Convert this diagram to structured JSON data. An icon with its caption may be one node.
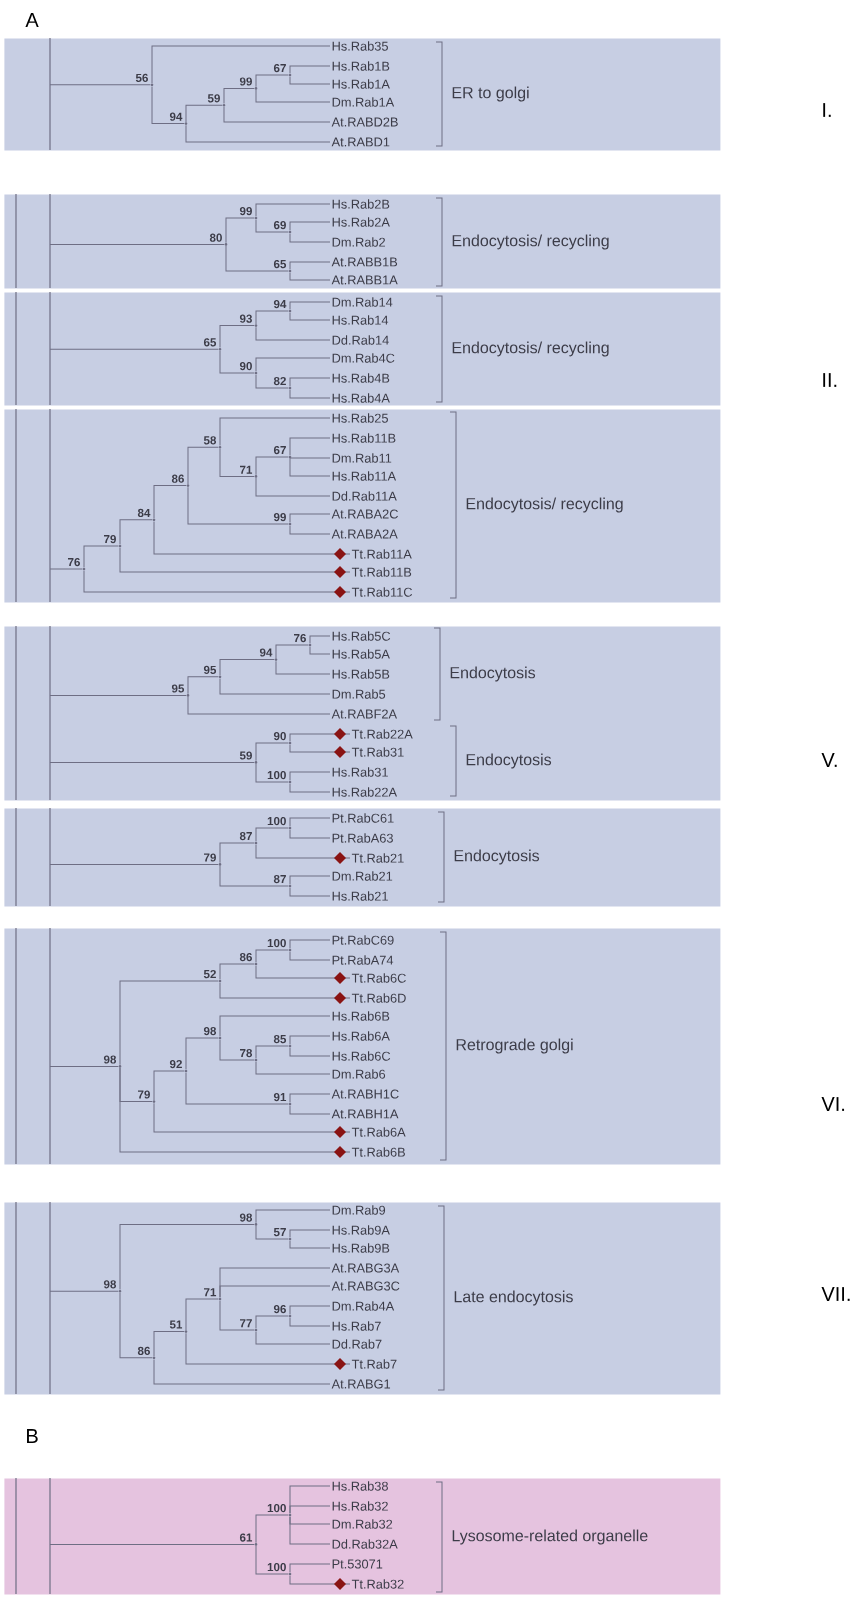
{
  "diagram": {
    "nodes": [
      {
        "text": [
          "ER to golgi"
        ]
      },
      {
        "text": [
          "Hs.Rab35"
        ],
        "in": 0
      },
      {
        "text": [
          "Hs.Rab1B"
        ],
        "in": 0
      },
      {
        "text": [
          "Hs.Rab1A"
        ],
        "in": 0
      },
      {
        "text": [
          "Dm.Rab1A"
        ],
        "in": 0
      },
      {
        "text": [
          "At.RABD2B"
        ],
        "in": 0
      },
      {
        "text": [
          "At.RABD1"
        ],
        "in": 0
      },
      {
        "text": [],
        "shape": "point",
        "beside": [
          "56"
        ],
        "in": 0
      },
      {
        "text": [],
        "shape": "point",
        "beside": [
          "94"
        ],
        "in": 0
      },
      {
        "text": [],
        "shape": "point",
        "beside": [
          "59"
        ],
        "in": 0
      },
      {
        "text": [],
        "shape": "point",
        "beside": [
          "99"
        ],
        "in": 0
      },
      {
        "text": [],
        "shape": "point",
        "beside": [
          "67"
        ],
        "in": 0
      },
      {
        "text": [
          "Endocytosis/ recycling"
        ]
      },
      {
        "text": [
          "Hs.Rab2B"
        ],
        "in": 12
      },
      {
        "text": [
          "Hs.Rab2A"
        ],
        "in": 12
      },
      {
        "text": [
          "Dm.Rab2"
        ],
        "in": 12
      },
      {
        "text": [
          "At.RABB1B"
        ],
        "in": 12
      },
      {
        "text": [
          "At.RABB1A"
        ],
        "in": 12
      },
      {
        "text": [],
        "shape": "point",
        "beside": [
          "80"
        ],
        "in": 12
      },
      {
        "text": [],
        "shape": "point",
        "beside": [
          "99"
        ],
        "in": 12
      },
      {
        "text": [],
        "shape": "point",
        "beside": [
          "69"
        ],
        "in": 12
      },
      {
        "text": [],
        "shape": "point",
        "beside": [
          "65"
        ],
        "in": 12
      },
      {
        "text": [
          "Endocytosis/ recycling"
        ]
      },
      {
        "text": [
          "Dm.Rab14"
        ],
        "in": 22
      },
      {
        "text": [
          "Hs.Rab14"
        ],
        "in": 22
      },
      {
        "text": [
          "Dd.Rab14"
        ],
        "in": 22
      },
      {
        "text": [
          "Dm.Rab4C"
        ],
        "in": 22
      },
      {
        "text": [
          "Hs.Rab4B"
        ],
        "in": 22
      },
      {
        "text": [
          "Hs.Rab4A"
        ],
        "in": 22
      },
      {
        "text": [],
        "shape": "point",
        "beside": [
          "65"
        ],
        "in": 22
      },
      {
        "text": [],
        "shape": "point",
        "beside": [
          "93"
        ],
        "in": 22
      },
      {
        "text": [],
        "shape": "point",
        "beside": [
          "94"
        ],
        "in": 22
      },
      {
        "text": [],
        "shape": "point",
        "beside": [
          "90"
        ],
        "in": 22
      },
      {
        "text": [],
        "shape": "point",
        "beside": [
          "82"
        ],
        "in": 22
      },
      {
        "text": [
          "Endocytosis/ recycling"
        ]
      },
      {
        "text": [
          "Hs.Rab25"
        ],
        "in": 34
      },
      {
        "text": [
          "Hs.Rab11B"
        ],
        "in": 34
      },
      {
        "text": [
          "Dm.Rab11"
        ],
        "in": 34
      },
      {
        "text": [
          "Hs.Rab11A"
        ],
        "in": 34
      },
      {
        "text": [
          "Dd.Rab11A"
        ],
        "in": 34
      },
      {
        "text": [
          "At.RABA2C"
        ],
        "in": 34
      },
      {
        "text": [
          "At.RABA2A"
        ],
        "in": 34
      },
      {
        "text": [
          "Tt.Rab11A"
        ],
        "in": 34
      },
      {
        "text": [
          "Tt.Rab11B"
        ],
        "in": 34
      },
      {
        "text": [
          "Tt.Rab11C"
        ],
        "in": 34
      },
      {
        "text": [],
        "shape": "point",
        "beside": [
          "76"
        ],
        "in": 34
      },
      {
        "text": [],
        "shape": "point",
        "beside": [
          "79"
        ],
        "in": 34
      },
      {
        "text": [],
        "shape": "point",
        "beside": [
          "84"
        ],
        "in": 34
      },
      {
        "text": [],
        "shape": "point",
        "beside": [
          "86"
        ],
        "in": 34
      },
      {
        "text": [],
        "shape": "point",
        "beside": [
          "58"
        ],
        "in": 34
      },
      {
        "text": [],
        "shape": "point",
        "beside": [
          "71"
        ],
        "in": 34
      },
      {
        "text": [],
        "shape": "point",
        "beside": [
          "67"
        ],
        "in": 34
      },
      {
        "text": [],
        "shape": "point",
        "beside": [
          "99"
        ],
        "in": 34
      },
      {
        "text": [
          "Endocytosis",
          "Endocytosis"
        ]
      },
      {
        "text": [
          "Hs.Rab5C"
        ],
        "in": 53
      },
      {
        "text": [
          "Hs.Rab5A"
        ],
        "in": 53
      },
      {
        "text": [
          "Hs.Rab5B"
        ],
        "in": 53
      },
      {
        "text": [
          "Dm.Rab5"
        ],
        "in": 53
      },
      {
        "text": [
          "At.RABF2A"
        ],
        "in": 53
      },
      {
        "text": [
          "Tt.Rab22A"
        ],
        "in": 53
      },
      {
        "text": [
          "Tt.Rab31"
        ],
        "in": 53
      },
      {
        "text": [
          "Hs.Rab31"
        ],
        "in": 53
      },
      {
        "text": [
          "Hs.Rab22A"
        ],
        "in": 53
      },
      {
        "text": [],
        "shape": "point",
        "beside": [
          "95"
        ],
        "in": 53
      },
      {
        "text": [],
        "shape": "point",
        "beside": [
          "95"
        ],
        "in": 53
      },
      {
        "text": [],
        "shape": "point",
        "beside": [
          "94"
        ],
        "in": 53
      },
      {
        "text": [],
        "shape": "point",
        "beside": [
          "76"
        ],
        "in": 53
      },
      {
        "text": [],
        "shape": "point",
        "beside": [
          "59"
        ],
        "in": 53
      },
      {
        "text": [],
        "shape": "point",
        "beside": [
          "90"
        ],
        "in": 53
      },
      {
        "text": [],
        "shape": "point",
        "beside": [
          "100"
        ],
        "in": 53
      },
      {
        "text": [
          "Endocytosis"
        ]
      },
      {
        "text": [
          "Pt.RabC61"
        ],
        "in": 70
      },
      {
        "text": [
          "Pt.RabA63"
        ],
        "in": 70
      },
      {
        "text": [
          "Tt.Rab21"
        ],
        "in": 70
      },
      {
        "text": [
          "Dm.Rab21"
        ],
        "in": 70
      },
      {
        "text": [
          "Hs.Rab21"
        ],
        "in": 70
      },
      {
        "text": [],
        "shape": "point",
        "beside": [
          "79"
        ],
        "in": 70
      },
      {
        "text": [],
        "shape": "point",
        "beside": [
          "87"
        ],
        "in": 70
      },
      {
        "text": [],
        "shape": "point",
        "beside": [
          "100"
        ],
        "in": 70
      },
      {
        "text": [],
        "shape": "point",
        "beside": [
          "87"
        ],
        "in": 70
      },
      {
        "text": [
          "Retrograde golgi"
        ]
      },
      {
        "text": [
          "Pt.RabC69"
        ],
        "in": 80
      },
      {
        "text": [
          "Pt.RabA74"
        ],
        "in": 80
      },
      {
        "text": [
          "Tt.Rab6C"
        ],
        "in": 80
      },
      {
        "text": [
          "Tt.Rab6D"
        ],
        "in": 80
      },
      {
        "text": [
          "Hs.Rab6B"
        ],
        "in": 80
      },
      {
        "text": [
          "Hs.Rab6A"
        ],
        "in": 80
      },
      {
        "text": [
          "Hs.Rab6C"
        ],
        "in": 80
      },
      {
        "text": [
          "Dm.Rab6"
        ],
        "in": 80
      },
      {
        "text": [
          "At.RABH1C"
        ],
        "in": 80
      },
      {
        "text": [
          "At.RABH1A"
        ],
        "in": 80
      },
      {
        "text": [
          "Tt.Rab6A"
        ],
        "in": 80
      },
      {
        "text": [
          "Tt.Rab6B"
        ],
        "in": 80
      },
      {
        "text": [],
        "shape": "point",
        "beside": [
          "98"
        ],
        "in": 80
      },
      {
        "text": [],
        "shape": "point",
        "beside": [
          "52"
        ],
        "in": 80
      },
      {
        "text": [],
        "shape": "point",
        "beside": [
          "86"
        ],
        "in": 80
      },
      {
        "text": [],
        "shape": "point",
        "beside": [
          "100"
        ],
        "in": 80
      },
      {
        "text": [],
        "shape": "point",
        "beside": [
          "79"
        ],
        "in": 80
      },
      {
        "text": [],
        "shape": "point",
        "beside": [
          "92"
        ],
        "in": 80
      },
      {
        "text": [],
        "shape": "point",
        "beside": [
          "98"
        ],
        "in": 80
      },
      {
        "text": [],
        "shape": "point",
        "beside": [
          "78"
        ],
        "in": 80
      },
      {
        "text": [],
        "shape": "point",
        "beside": [
          "85"
        ],
        "in": 80
      },
      {
        "text": [],
        "shape": "point",
        "beside": [
          "91"
        ],
        "in": 80
      },
      {
        "text": [
          "Late endocytosis"
        ]
      },
      {
        "text": [
          "Dm.Rab9"
        ],
        "in": 103
      },
      {
        "text": [
          "Hs.Rab9A"
        ],
        "in": 103
      },
      {
        "text": [
          "Hs.Rab9B"
        ],
        "in": 103
      },
      {
        "text": [
          "At.RABG3A"
        ],
        "in": 103
      },
      {
        "text": [
          "At.RABG3C"
        ],
        "in": 103
      },
      {
        "text": [
          "Dm.Rab4A"
        ],
        "in": 103
      },
      {
        "text": [
          "Hs.Rab7"
        ],
        "in": 103
      },
      {
        "text": [
          "Dd.Rab7"
        ],
        "in": 103
      },
      {
        "text": [
          "Tt.Rab7"
        ],
        "in": 103
      },
      {
        "text": [
          "At.RABG1"
        ],
        "in": 103
      },
      {
        "text": [],
        "shape": "point",
        "beside": [
          "98"
        ],
        "in": 103
      },
      {
        "text": [],
        "shape": "point",
        "beside": [
          "98"
        ],
        "in": 103
      },
      {
        "text": [],
        "shape": "point",
        "beside": [
          "57"
        ],
        "in": 103
      },
      {
        "text": [],
        "shape": "point",
        "beside": [
          "86"
        ],
        "in": 103
      },
      {
        "text": [],
        "shape": "point",
        "beside": [
          "51"
        ],
        "in": 103
      },
      {
        "text": [],
        "shape": "point",
        "beside": [
          "71"
        ],
        "in": 103
      },
      {
        "text": [],
        "shape": "point",
        "beside": [
          "77"
        ],
        "in": 103
      },
      {
        "text": [],
        "shape": "point",
        "beside": [
          "96"
        ],
        "in": 103
      },
      {
        "text": [
          "Lysosome-related organelle"
        ]
      },
      {
        "text": [
          "Hs.Rab38"
        ],
        "in": 122
      },
      {
        "text": [
          "Hs.Rab32"
        ],
        "in": 122
      },
      {
        "text": [
          "Dm.Rab32"
        ],
        "in": 122
      },
      {
        "text": [
          "Dd.Rab32A"
        ],
        "in": 122
      },
      {
        "text": [
          "Pt.53071"
        ],
        "in": 122
      },
      {
        "text": [
          "Tt.Rab32"
        ],
        "in": 122
      },
      {
        "text": [],
        "shape": "point",
        "beside": [
          "61"
        ],
        "in": 122
      },
      {
        "text": [],
        "shape": "point",
        "beside": [
          "100"
        ],
        "in": 122
      },
      {
        "text": [],
        "shape": "point",
        "beside": [
          "100"
        ],
        "in": 122
      }
    ],
    "edges": [
      {
        "from": null,
        "to": 7,
        "arrow": "none"
      },
      {
        "from": 7,
        "to": 1,
        "arrow": "none"
      },
      {
        "from": 7,
        "to": 8,
        "arrow": "none"
      },
      {
        "from": 8,
        "to": 9,
        "arrow": "none"
      },
      {
        "from": 8,
        "to": 6,
        "arrow": "none"
      },
      {
        "from": 9,
        "to": 10,
        "arrow": "none"
      },
      {
        "from": 9,
        "to": 5,
        "arrow": "none"
      },
      {
        "from": 10,
        "to": 11,
        "arrow": "none"
      },
      {
        "from": 10,
        "to": 4,
        "arrow": "none"
      },
      {
        "from": 11,
        "to": 2,
        "arrow": "none"
      },
      {
        "from": 11,
        "to": 3,
        "arrow": "none"
      },
      {
        "from": null,
        "to": 18,
        "arrow": "none"
      },
      {
        "from": 18,
        "to": 19,
        "arrow": "none"
      },
      {
        "from": 18,
        "to": 21,
        "arrow": "none"
      },
      {
        "from": 19,
        "to": 13,
        "arrow": "none"
      },
      {
        "from": 19,
        "to": 20,
        "arrow": "none"
      },
      {
        "from": 20,
        "to": 14,
        "arrow": "none"
      },
      {
        "from": 20,
        "to": 15,
        "arrow": "none"
      },
      {
        "from": 21,
        "to": 16,
        "arrow": "none"
      },
      {
        "from": 21,
        "to": 17,
        "arrow": "none"
      },
      {
        "from": null,
        "to": 29,
        "arrow": "none"
      },
      {
        "from": 29,
        "to": 30,
        "arrow": "none"
      },
      {
        "from": 29,
        "to": 32,
        "arrow": "none"
      },
      {
        "from": 30,
        "to": 31,
        "arrow": "none"
      },
      {
        "from": 30,
        "to": 25,
        "arrow": "none"
      },
      {
        "from": 31,
        "to": 23,
        "arrow": "none"
      },
      {
        "from": 31,
        "to": 24,
        "arrow": "none"
      },
      {
        "from": 32,
        "to": 26,
        "arrow": "none"
      },
      {
        "from": 32,
        "to": 33,
        "arrow": "none"
      },
      {
        "from": 33,
        "to": 27,
        "arrow": "none"
      },
      {
        "from": 33,
        "to": 28,
        "arrow": "none"
      },
      {
        "from": null,
        "to": 45,
        "arrow": "none"
      },
      {
        "from": 45,
        "to": 46,
        "arrow": "none"
      },
      {
        "from": 45,
        "to": 44,
        "arrow": "none"
      },
      {
        "from": 46,
        "to": 47,
        "arrow": "none"
      },
      {
        "from": 46,
        "to": 43,
        "arrow": "none"
      },
      {
        "from": 47,
        "to": 48,
        "arrow": "none"
      },
      {
        "from": 47,
        "to": 42,
        "arrow": "none"
      },
      {
        "from": 48,
        "to": 49,
        "arrow": "none"
      },
      {
        "from": 48,
        "to": 52,
        "arrow": "none"
      },
      {
        "from": 49,
        "to": 35,
        "arrow": "none"
      },
      {
        "from": 49,
        "to": 50,
        "arrow": "none"
      },
      {
        "from": 50,
        "to": 51,
        "arrow": "none"
      },
      {
        "from": 50,
        "to": 39,
        "arrow": "none"
      },
      {
        "from": 51,
        "to": 36,
        "arrow": "none"
      },
      {
        "from": 51,
        "to": 37,
        "arrow": "none"
      },
      {
        "from": 51,
        "to": 38,
        "arrow": "none"
      },
      {
        "from": 52,
        "to": 40,
        "arrow": "none"
      },
      {
        "from": 52,
        "to": 41,
        "arrow": "none"
      },
      {
        "from": null,
        "to": 63,
        "arrow": "none"
      },
      {
        "from": 63,
        "to": 64,
        "arrow": "none"
      },
      {
        "from": 63,
        "to": 58,
        "arrow": "none"
      },
      {
        "from": 64,
        "to": 65,
        "arrow": "none"
      },
      {
        "from": 64,
        "to": 57,
        "arrow": "none"
      },
      {
        "from": 65,
        "to": 66,
        "arrow": "none"
      },
      {
        "from": 65,
        "to": 56,
        "arrow": "none"
      },
      {
        "from": 66,
        "to": 54,
        "arrow": "none"
      },
      {
        "from": 66,
        "to": 55,
        "arrow": "none"
      },
      {
        "from": null,
        "to": 67,
        "arrow": "none"
      },
      {
        "from": 67,
        "to": 68,
        "arrow": "none"
      },
      {
        "from": 67,
        "to": 69,
        "arrow": "none"
      },
      {
        "from": 68,
        "to": 59,
        "arrow": "none"
      },
      {
        "from": 68,
        "to": 60,
        "arrow": "none"
      },
      {
        "from": 69,
        "to": 61,
        "arrow": "none"
      },
      {
        "from": 69,
        "to": 62,
        "arrow": "none"
      },
      {
        "from": null,
        "to": 76,
        "arrow": "none"
      },
      {
        "from": 76,
        "to": 77,
        "arrow": "none"
      },
      {
        "from": 76,
        "to": 79,
        "arrow": "none"
      },
      {
        "from": 77,
        "to": 78,
        "arrow": "none"
      },
      {
        "from": 77,
        "to": 73,
        "arrow": "none"
      },
      {
        "from": 78,
        "to": 71,
        "arrow": "none"
      },
      {
        "from": 78,
        "to": 72,
        "arrow": "none"
      },
      {
        "from": 79,
        "to": 74,
        "arrow": "none"
      },
      {
        "from": 79,
        "to": 75,
        "arrow": "none"
      },
      {
        "from": null,
        "to": 93,
        "arrow": "none"
      },
      {
        "from": 93,
        "to": 94,
        "arrow": "none"
      },
      {
        "from": 93,
        "to": 97,
        "arrow": "none"
      },
      {
        "from": 93,
        "to": 92,
        "arrow": "none"
      },
      {
        "from": 94,
        "to": 95,
        "arrow": "none"
      },
      {
        "from": 94,
        "to": 84,
        "arrow": "none"
      },
      {
        "from": 95,
        "to": 96,
        "arrow": "none"
      },
      {
        "from": 95,
        "to": 83,
        "arrow": "none"
      },
      {
        "from": 96,
        "to": 81,
        "arrow": "none"
      },
      {
        "from": 96,
        "to": 82,
        "arrow": "none"
      },
      {
        "from": 97,
        "to": 98,
        "arrow": "none"
      },
      {
        "from": 97,
        "to": 91,
        "arrow": "none"
      },
      {
        "from": 98,
        "to": 99,
        "arrow": "none"
      },
      {
        "from": 98,
        "to": 102,
        "arrow": "none"
      },
      {
        "from": 99,
        "to": 85,
        "arrow": "none"
      },
      {
        "from": 99,
        "to": 100,
        "arrow": "none"
      },
      {
        "from": 100,
        "to": 101,
        "arrow": "none"
      },
      {
        "from": 100,
        "to": 88,
        "arrow": "none"
      },
      {
        "from": 101,
        "to": 86,
        "arrow": "none"
      },
      {
        "from": 101,
        "to": 87,
        "arrow": "none"
      },
      {
        "from": 102,
        "to": 89,
        "arrow": "none"
      },
      {
        "from": 102,
        "to": 90,
        "arrow": "none"
      },
      {
        "from": null,
        "to": 114,
        "arrow": "none"
      },
      {
        "from": 114,
        "to": 115,
        "arrow": "none"
      },
      {
        "from": 114,
        "to": 117,
        "arrow": "none"
      },
      {
        "from": 115,
        "to": 104,
        "arrow": "none"
      },
      {
        "from": 115,
        "to": 116,
        "arrow": "none"
      },
      {
        "from": 116,
        "to": 105,
        "arrow": "none"
      },
      {
        "from": 116,
        "to": 106,
        "arrow": "none"
      },
      {
        "from": 117,
        "to": 118,
        "arrow": "none"
      },
      {
        "from": 117,
        "to": 113,
        "arrow": "none"
      },
      {
        "from": 118,
        "to": 119,
        "arrow": "none"
      },
      {
        "from": 118,
        "to": 112,
        "arrow": "none"
      },
      {
        "from": 119,
        "to": 107,
        "arrow": "none"
      },
      {
        "from": 119,
        "to": 108,
        "arrow": "none"
      },
      {
        "from": 119,
        "to": 120,
        "arrow": "none"
      },
      {
        "from": 120,
        "to": 121,
        "arrow": "none"
      },
      {
        "from": 120,
        "to": 111,
        "arrow": "none"
      },
      {
        "from": 121,
        "to": 109,
        "arrow": "none"
      },
      {
        "from": 121,
        "to": 110,
        "arrow": "none"
      },
      {
        "from": null,
        "to": 129,
        "arrow": "none"
      },
      {
        "from": 129,
        "to": 130,
        "arrow": "none"
      },
      {
        "from": 129,
        "to": 131,
        "arrow": "none"
      },
      {
        "from": 130,
        "to": 123,
        "arrow": "none"
      },
      {
        "from": 130,
        "to": 124,
        "arrow": "none"
      },
      {
        "from": 130,
        "to": 125,
        "arrow": "none"
      },
      {
        "from": 130,
        "to": 126,
        "arrow": "none"
      },
      {
        "from": 131,
        "to": 127,
        "arrow": "none"
      },
      {
        "from": 131,
        "to": 128,
        "arrow": "none"
      }
    ],
    "labels": [
      "A",
      "I.",
      "II.",
      "V.",
      "VI.",
      "VII.",
      "B"
    ]
  }
}
